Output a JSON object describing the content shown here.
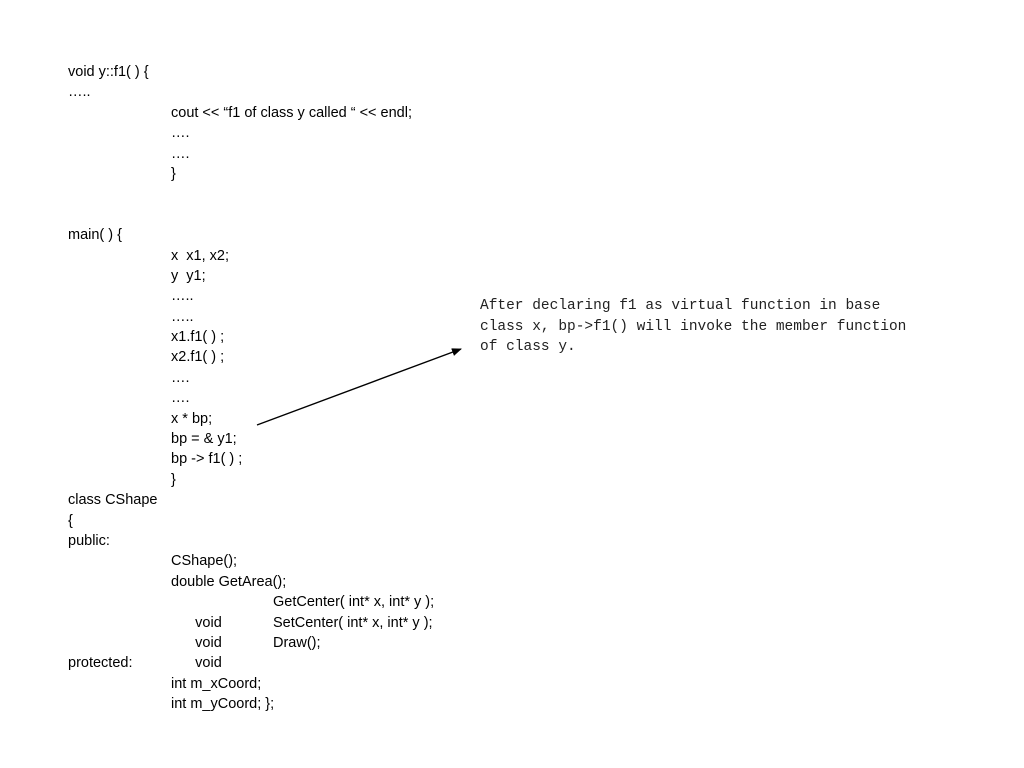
{
  "code_lines": {
    "l0": "void y::f1( ) {",
    "l1": "…..",
    "l2": "cout << “f1 of class y called “ << endl;",
    "l3": "….",
    "l4": "….",
    "l5": "}",
    "l8": "main( ) {",
    "l9": "x  x1, x2;",
    "l10": "y  y1;",
    "l11": "…..",
    "l12": "…..",
    "l13": "x1.f1( ) ;",
    "l14": "x2.f1( ) ;",
    "l15": "….",
    "l16": "….",
    "l17": "x * bp;",
    "l18": "bp = & y1;",
    "l19": "bp -> f1( ) ;",
    "l20": "}",
    "l21": "class CShape",
    "l22": "{",
    "l23": "public:",
    "l24": "CShape();",
    "l25": "double GetArea();",
    "l26a": "void",
    "l26b": "GetCenter( int* x, int* y );",
    "l27a": "void",
    "l27b": "SetCenter( int* x, int* y );",
    "l28a": "void",
    "l28b": "Draw();",
    "l29": "protected:",
    "l30": "int m_xCoord;",
    "l31": "int m_yCoord; };"
  },
  "note": {
    "line1": "After declaring f1 as virtual function in base",
    "line2": "class x, bp->f1() will invoke the member function",
    "line3": "of class y."
  },
  "colors": {
    "text": "#000000",
    "note_text": "#222222",
    "arrow": "#000000"
  }
}
